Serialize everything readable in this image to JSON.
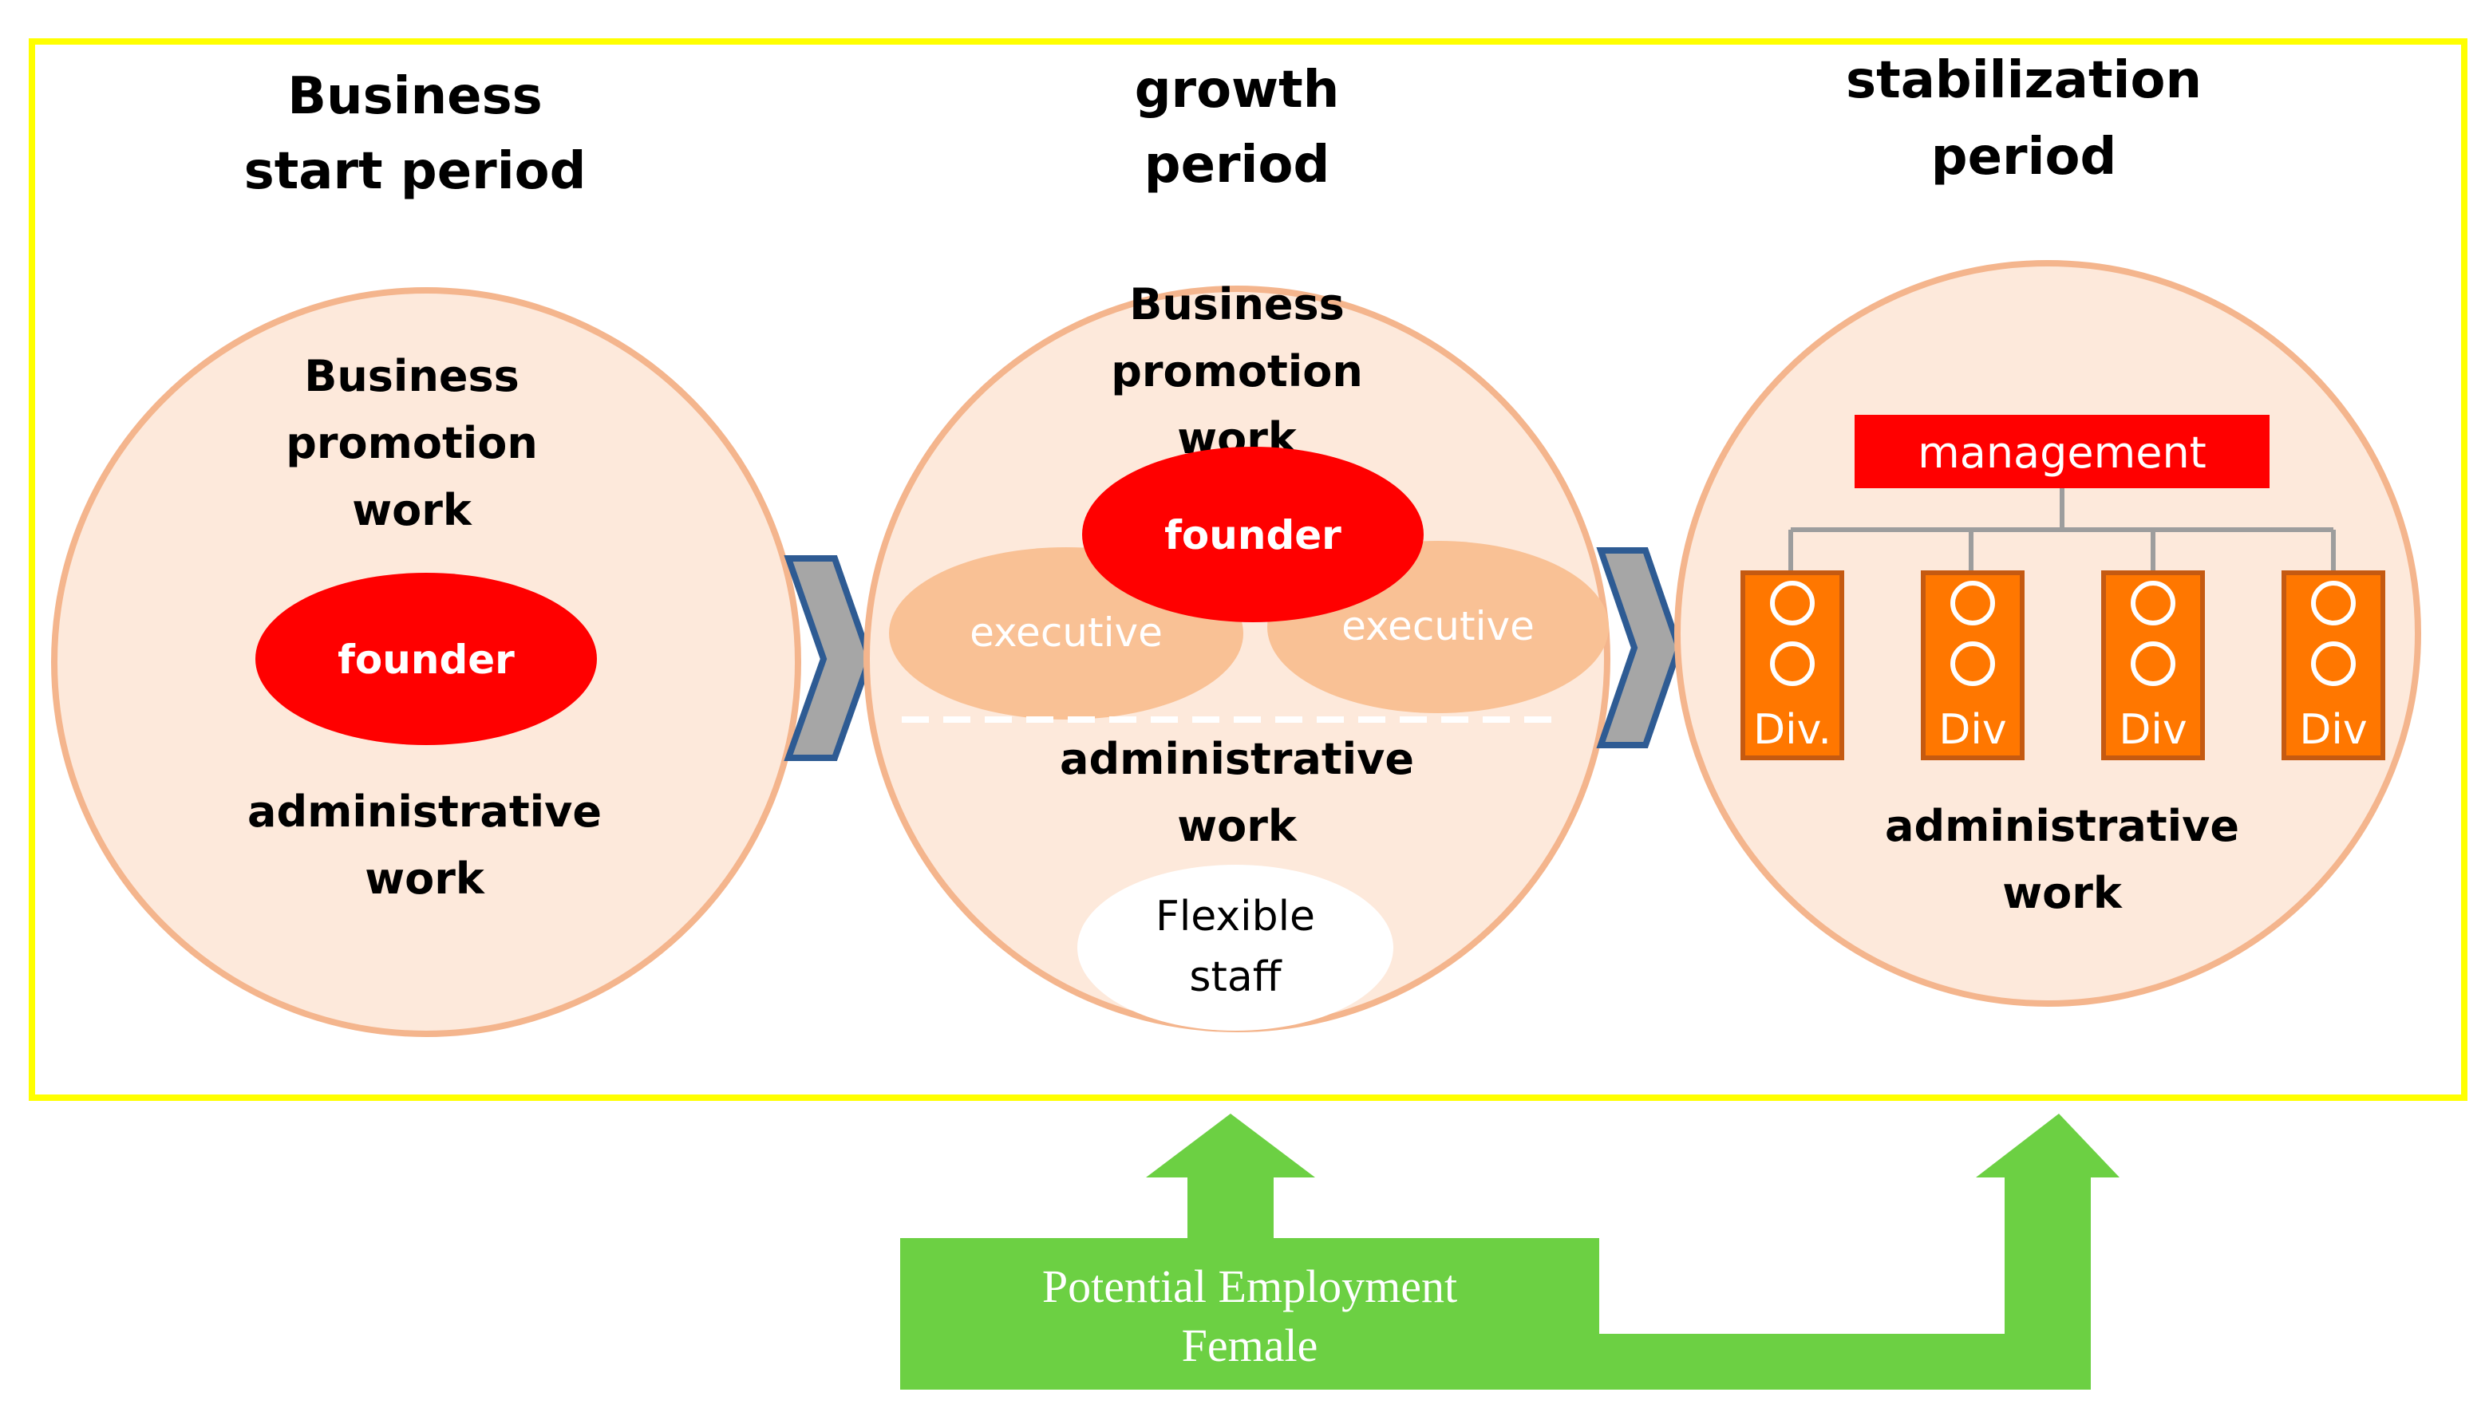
{
  "colors": {
    "frame": "#ffff00",
    "circle_fill": "#fde9db",
    "circle_stroke": "#f4b58d",
    "founder": "#ff0000",
    "executive": "#f9c195",
    "management": "#ff0000",
    "division_fill": "#ff7700",
    "division_stroke": "#c55a11",
    "chevron_fill": "#a6a6a6",
    "chevron_stroke": "#2e5b93",
    "arrow_green": "#6cd043",
    "connector": "#9d9d9d"
  },
  "stages": {
    "start": {
      "title_line1": "Business",
      "title_line2": "start period",
      "promotion_line1": "Business",
      "promotion_line2": "promotion",
      "promotion_line3": "work",
      "founder": "founder",
      "admin_line1": "administrative",
      "admin_line2": "work"
    },
    "growth": {
      "title_line1": "growth",
      "title_line2": "period",
      "promotion_line1": "Business",
      "promotion_line2": "promotion",
      "promotion_line3": "work",
      "founder": "founder",
      "executive_left": "executive",
      "executive_right": "executive",
      "admin_line1": "administrative",
      "admin_line2": "work",
      "flexible_line1": "Flexible",
      "flexible_line2": "staff"
    },
    "stabilization": {
      "title_line1": "stabilization",
      "title_line2": "period",
      "management": "management",
      "divisions": [
        "Div.",
        "Div",
        "Div",
        "Div"
      ],
      "admin_line1": "administrative",
      "admin_line2": "work"
    }
  },
  "bottom": {
    "line1": "Potential Employment",
    "line2": "Female"
  }
}
